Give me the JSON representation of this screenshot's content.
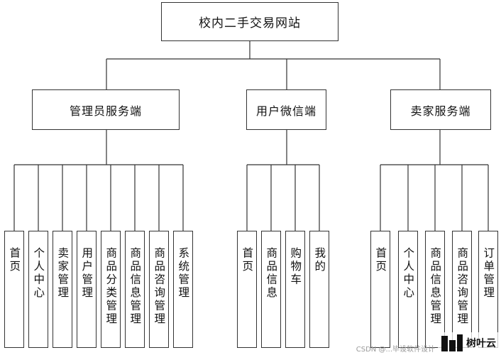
{
  "root": {
    "label": "校内二手交易网站"
  },
  "groups": [
    {
      "label": "管理员服务端",
      "items": [
        "首页",
        "个人中心",
        "卖家管理",
        "用户管理",
        "商品分类管理",
        "商品信息管理",
        "商品咨询管理",
        "系统管理"
      ]
    },
    {
      "label": "用户微信端",
      "items": [
        "首页",
        "商品信息",
        "购物车",
        "我的"
      ]
    },
    {
      "label": "卖家服务端",
      "items": [
        "首页",
        "个人中心",
        "商品信息管理",
        "商品咨询管理",
        "订单管理"
      ]
    }
  ],
  "watermark": {
    "brand": "树叶云",
    "source": "CSDN @...毕设软件设计"
  }
}
